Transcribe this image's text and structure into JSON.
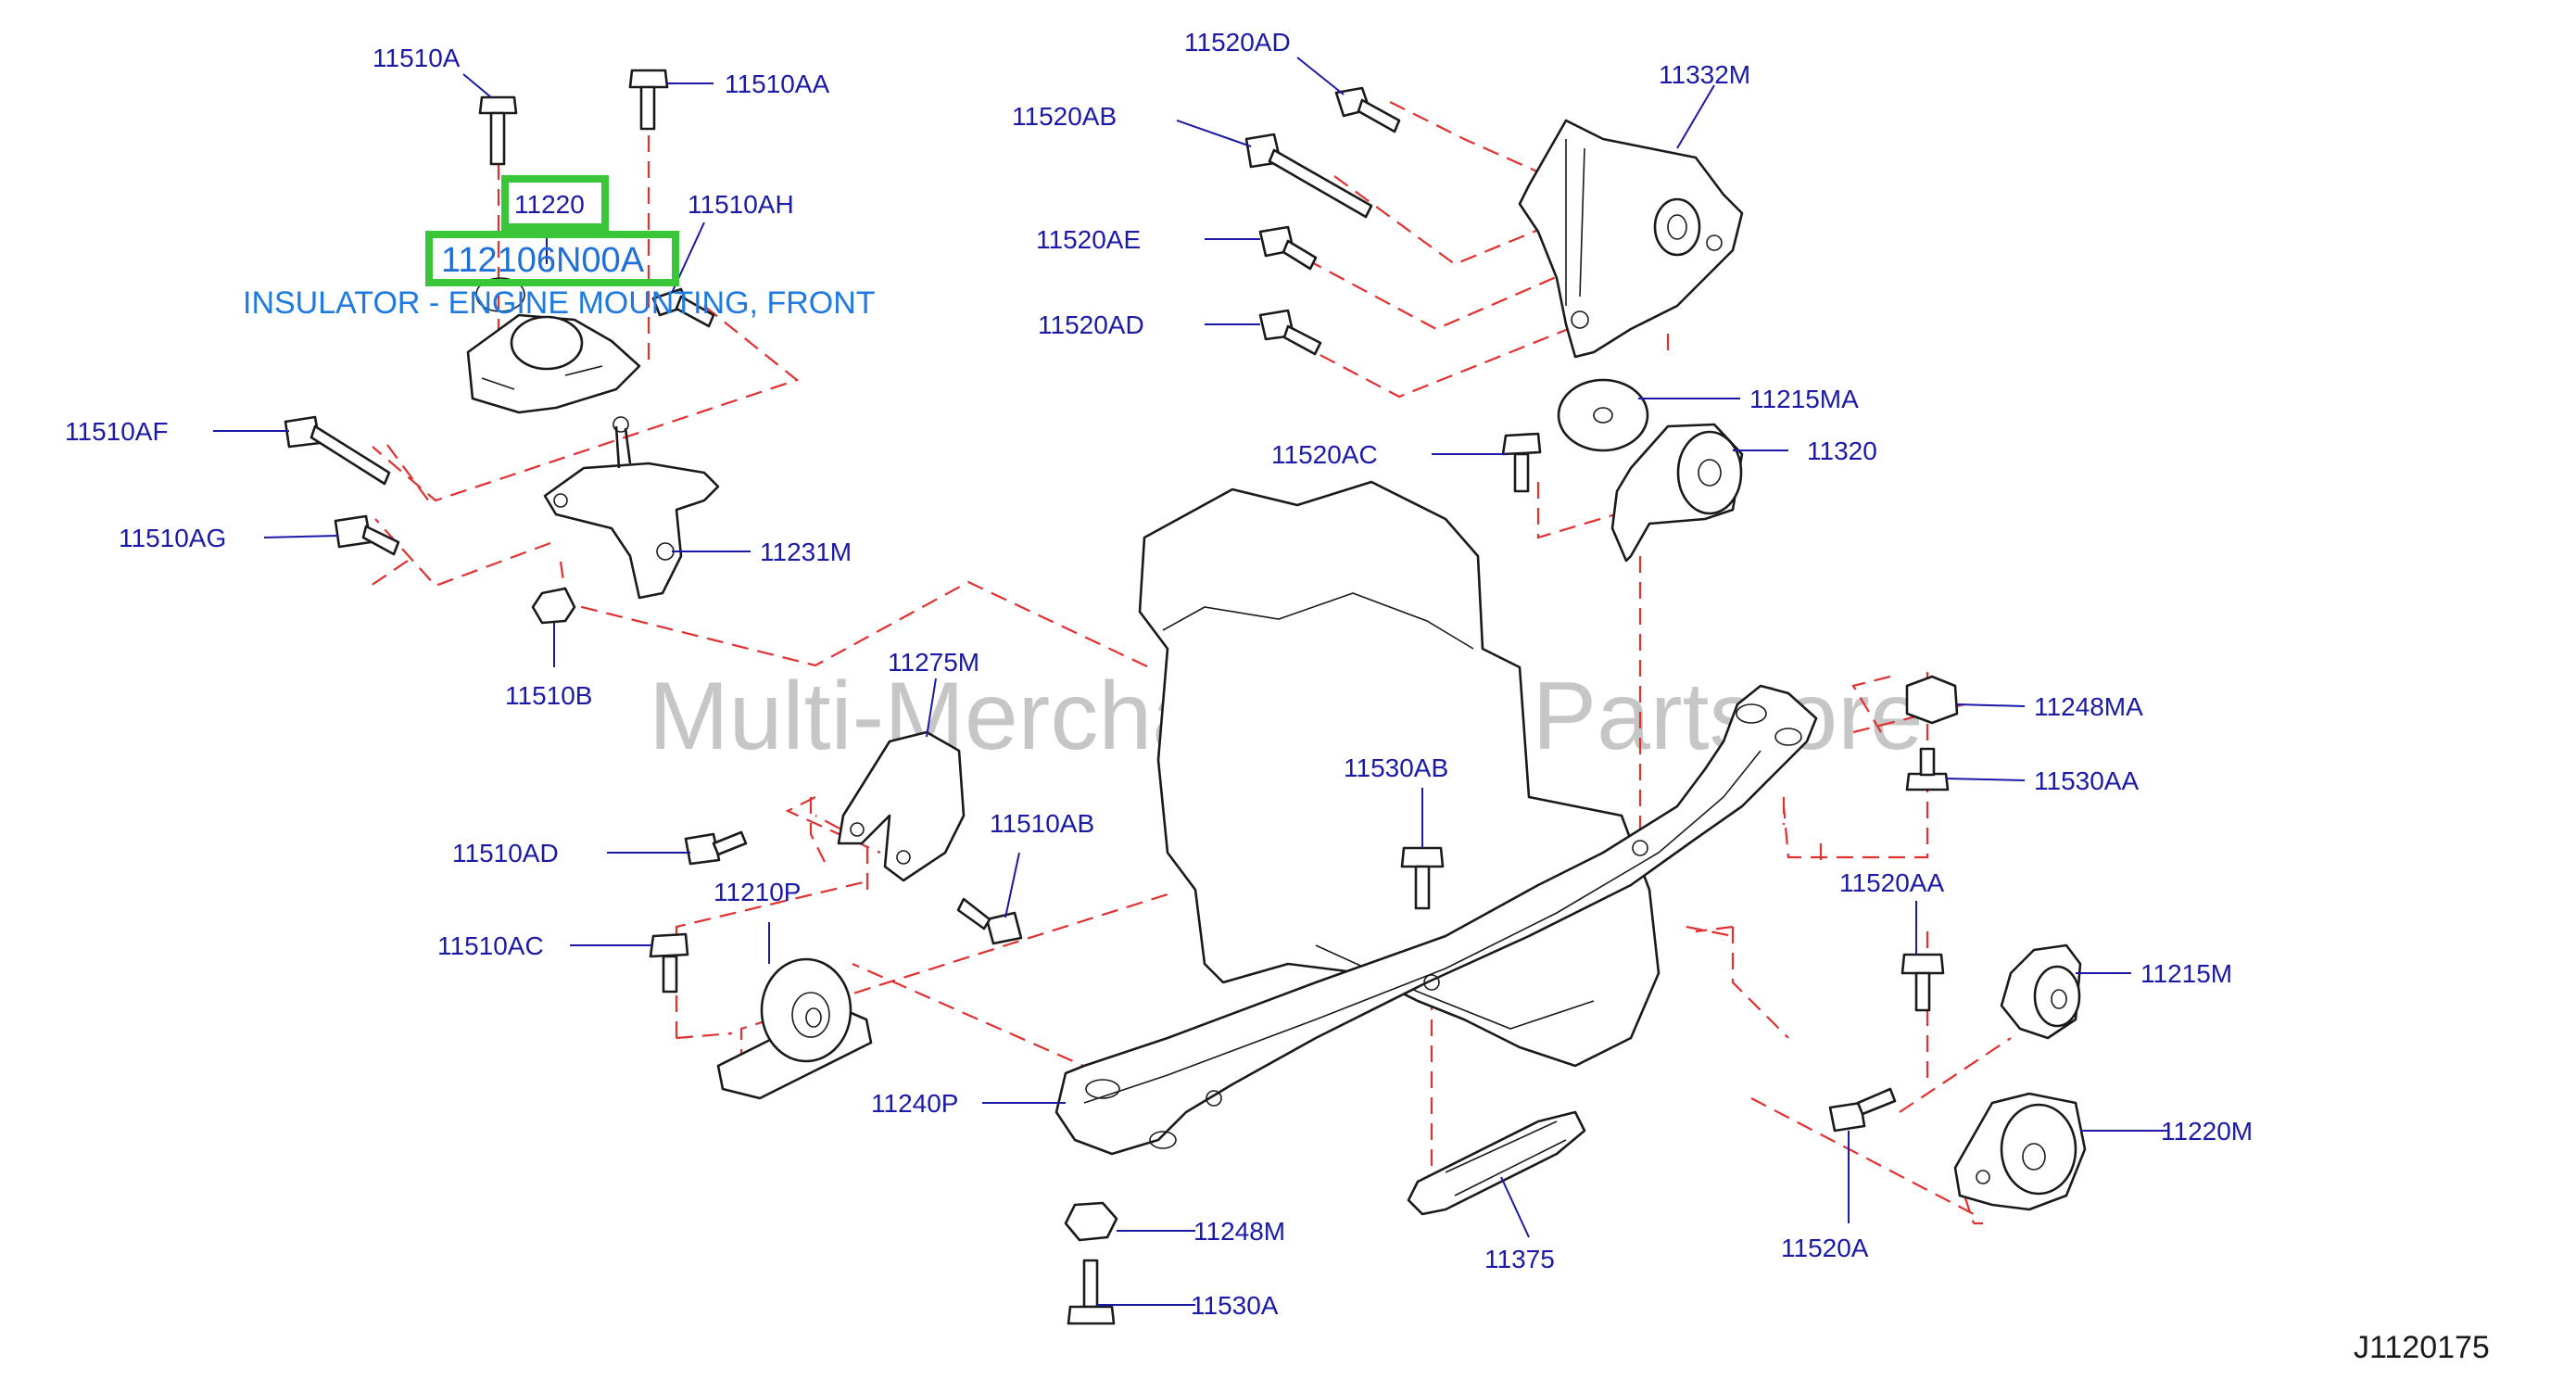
{
  "diagram_code": "J1120175",
  "watermark": "Multi-Merchant Auto Partstore",
  "highlight": {
    "part_no": "11220",
    "oem_no": "112106N00A",
    "description": "INSULATOR - ENGINE MOUNTING, FRONT",
    "color": "#39c639"
  },
  "callouts": [
    {
      "id": "11510A",
      "text": "11510A"
    },
    {
      "id": "11510AA",
      "text": "11510AA"
    },
    {
      "id": "11510AH",
      "text": "11510AH"
    },
    {
      "id": "11510AF",
      "text": "11510AF"
    },
    {
      "id": "11510AG",
      "text": "11510AG"
    },
    {
      "id": "11231M",
      "text": "11231M"
    },
    {
      "id": "11510B",
      "text": "11510B"
    },
    {
      "id": "11520AD_top",
      "text": "11520AD"
    },
    {
      "id": "11332M",
      "text": "11332M"
    },
    {
      "id": "11520AB",
      "text": "11520AB"
    },
    {
      "id": "11520AE",
      "text": "11520AE"
    },
    {
      "id": "11520AD_mid",
      "text": "11520AD"
    },
    {
      "id": "11215MA",
      "text": "11215MA"
    },
    {
      "id": "11520AC",
      "text": "11520AC"
    },
    {
      "id": "11320",
      "text": "11320"
    },
    {
      "id": "11275M",
      "text": "11275M"
    },
    {
      "id": "11248MA",
      "text": "11248MA"
    },
    {
      "id": "11530AA",
      "text": "11530AA"
    },
    {
      "id": "11530AB",
      "text": "11530AB"
    },
    {
      "id": "11510AD",
      "text": "11510AD"
    },
    {
      "id": "11510AB",
      "text": "11510AB"
    },
    {
      "id": "11520AA",
      "text": "11520AA"
    },
    {
      "id": "11210P",
      "text": "11210P"
    },
    {
      "id": "11510AC",
      "text": "11510AC"
    },
    {
      "id": "11215M",
      "text": "11215M"
    },
    {
      "id": "11240P",
      "text": "11240P"
    },
    {
      "id": "11220M",
      "text": "11220M"
    },
    {
      "id": "11248M",
      "text": "11248M"
    },
    {
      "id": "11375",
      "text": "11375"
    },
    {
      "id": "11520A",
      "text": "11520A"
    },
    {
      "id": "11530A",
      "text": "11530A"
    }
  ]
}
